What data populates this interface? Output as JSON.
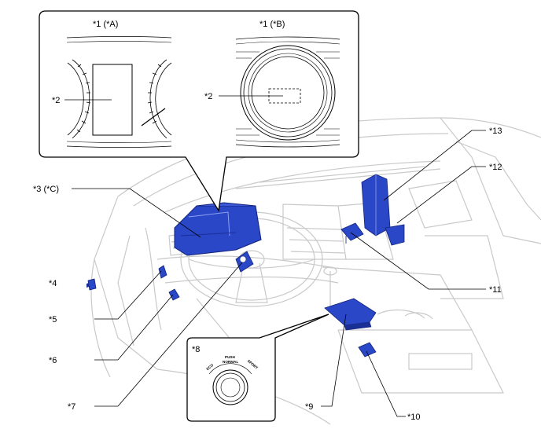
{
  "inset_top": {
    "panel_a_title": "*1 (*A)",
    "panel_b_title": "*1 (*B)",
    "panel_a_callout": "*2",
    "panel_b_callout": "*2"
  },
  "callouts": {
    "c3": "*3 (*C)",
    "c4": "*4",
    "c5": "*5",
    "c6": "*6",
    "c7": "*7",
    "c9": "*9",
    "c10": "*10",
    "c11": "*11",
    "c12": "*12",
    "c13": "*13"
  },
  "inset_switch": {
    "title": "*8",
    "push_label": "PUSH",
    "normal_label": "NORMAL",
    "eco_label": "ECO",
    "sport_label": "SPORT"
  },
  "colors": {
    "highlight": "#2a47c8",
    "highlight_dark": "#1a2f96",
    "interior_line": "#c9c9c9",
    "interior_fill": "#eeeeee"
  }
}
